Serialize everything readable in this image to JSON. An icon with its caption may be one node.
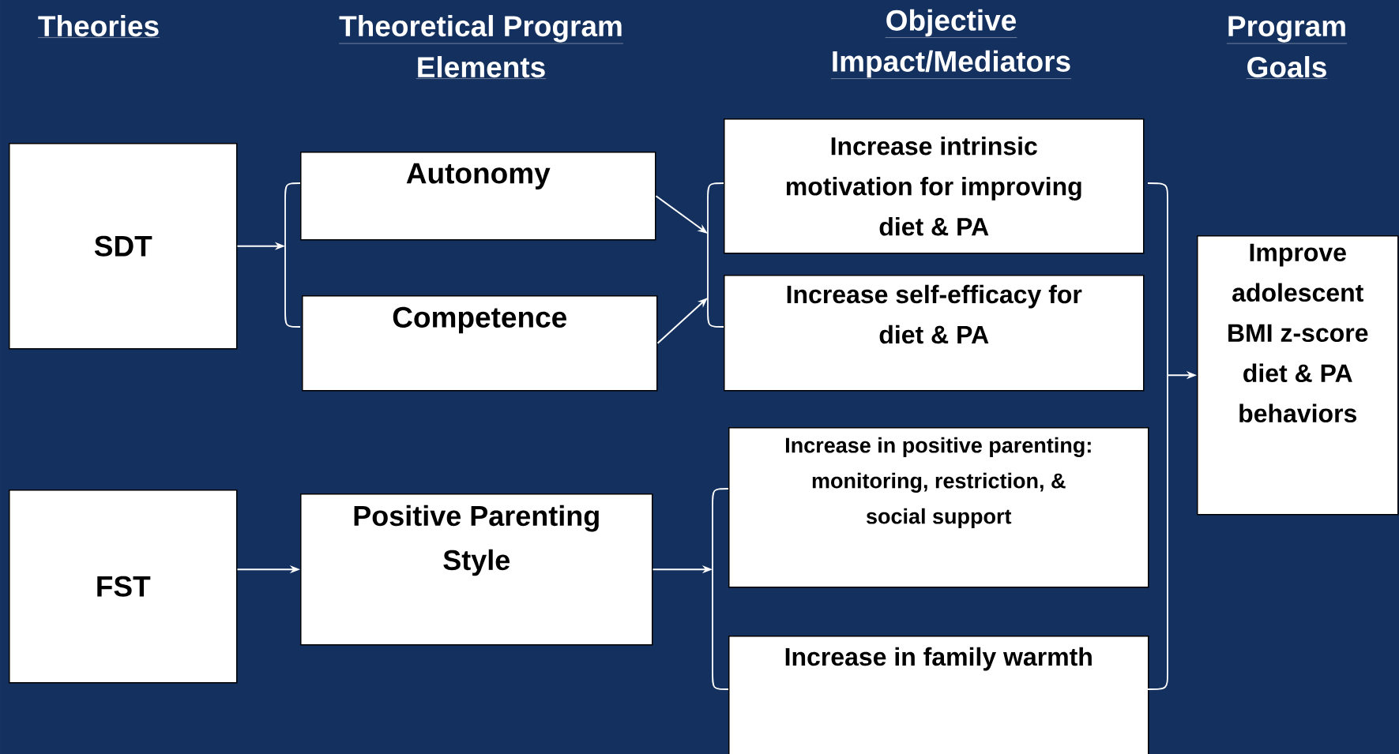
{
  "diagram": {
    "nodes": [
      {
        "text": [
          "SDT"
        ]
      },
      {
        "text": [
          "FST"
        ]
      },
      {
        "text": [
          "Autonomy"
        ]
      },
      {
        "text": [
          "Competence"
        ]
      },
      {
        "text": [
          "Positive Parenting Style"
        ]
      },
      {
        "text": [
          "Increase intrinsic motivation for improving diet & PA"
        ]
      },
      {
        "text": [
          "Increase self-efficacy for diet & PA"
        ]
      },
      {
        "text": [
          "Increase in positive parenting: monitoring, restriction, & social support"
        ]
      },
      {
        "text": [
          "Increase in family warmth"
        ]
      },
      {
        "text": [
          "Improve adolescent BMI z-score diet & PA behaviors"
        ]
      },
      {
        "text": [],
        "shape": "bracket"
      },
      {
        "text": [],
        "shape": "bracket"
      },
      {
        "text": [],
        "shape": "bracket"
      },
      {
        "text": [],
        "shape": "bracket"
      }
    ],
    "edges": [
      {
        "from": 0,
        "to": 10,
        "arrow": "to"
      },
      {
        "from": 2,
        "to": 11,
        "arrow": "to"
      },
      {
        "from": 3,
        "to": 11,
        "arrow": "to"
      },
      {
        "from": 1,
        "to": 4,
        "arrow": "to"
      },
      {
        "from": 4,
        "to": 12,
        "arrow": "to"
      },
      {
        "from": 13,
        "to": 9,
        "arrow": "to"
      }
    ],
    "labels": [
      "Theories",
      "Theoretical Program Elements",
      "Objective Impact/Mediators",
      "Program Goals"
    ]
  }
}
